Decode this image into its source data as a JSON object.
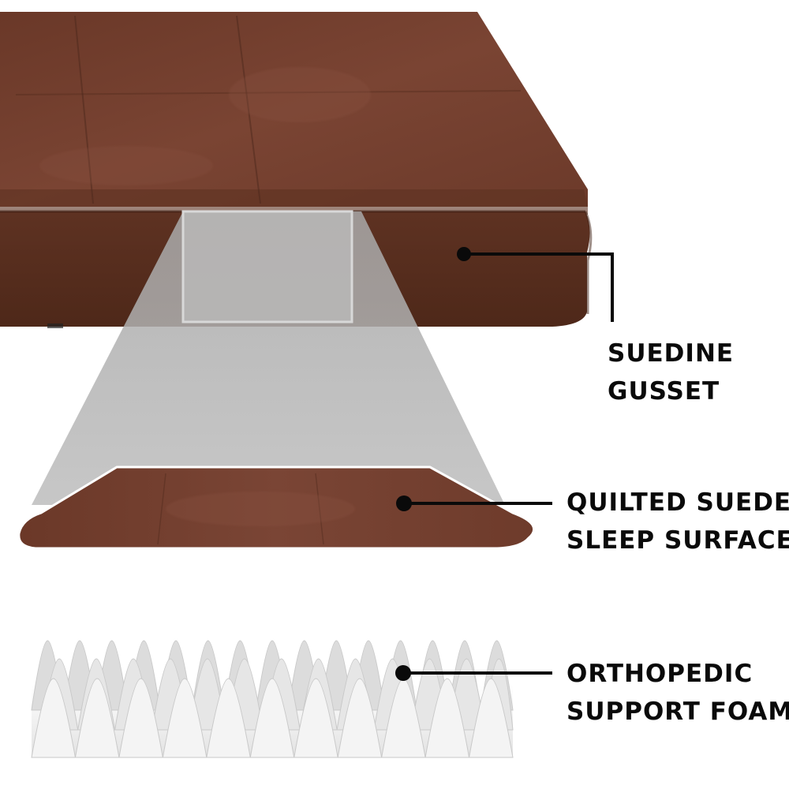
{
  "colors": {
    "suede_dark": "#5a3021",
    "suede_mid": "#6e3c2a",
    "suede_light": "#7d4835",
    "foam": "#f2f2f2",
    "funnel": "#9a9a9a",
    "callout": "#0a0a0a"
  },
  "callouts": [
    {
      "id": "gusset",
      "line1": "SUEDINE",
      "line2": "GUSSET"
    },
    {
      "id": "surface",
      "line1": "QUILTED SUEDE",
      "line2": "SLEEP SURFACE"
    },
    {
      "id": "foam",
      "line1": "ORTHOPEDIC",
      "line2": "SUPPORT FOAM"
    }
  ]
}
